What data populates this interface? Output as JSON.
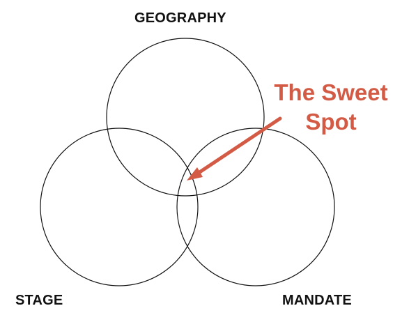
{
  "labels": {
    "top": "GEOGRAPHY",
    "left": "STAGE",
    "right": "MANDATE"
  },
  "callout": {
    "line1": "The Sweet",
    "line2": "Spot"
  },
  "colors": {
    "accent": "#d35a45",
    "stroke": "#111111",
    "text": "#111111"
  }
}
